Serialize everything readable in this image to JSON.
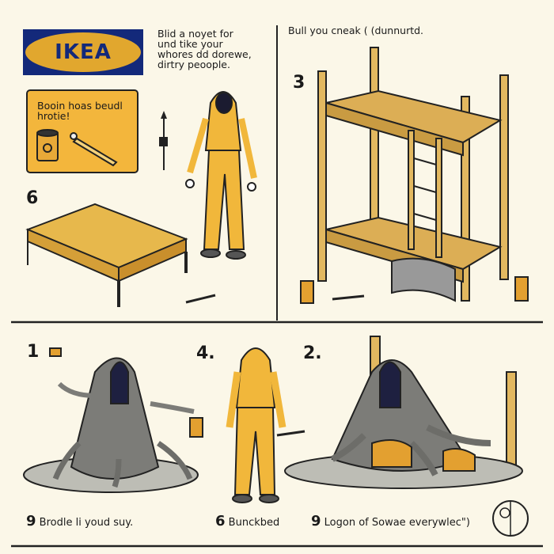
{
  "logo": {
    "brand": "IKEA",
    "colors": {
      "background": "#13297a",
      "oval": "#e1a72e"
    }
  },
  "intro_text": [
    "Blid a noyet for",
    "und tike your",
    "whores dd dorewe,",
    "dirtry peoople."
  ],
  "panel_top_right": {
    "caption": "Bull you cneak ( (dunnurtd.",
    "step": "3"
  },
  "tool_card": {
    "text": [
      "Booin hoas beudl",
      "hrotie!"
    ],
    "icons": [
      "can-icon",
      "screwdriver-icon"
    ]
  },
  "steps": {
    "bed_step": "6",
    "monster_step": "1",
    "hazmat_step": "4.",
    "bunk_monster_step": "2."
  },
  "bottom_captions": [
    {
      "num": "9",
      "text": "Brodle li youd suy."
    },
    {
      "num": "6",
      "text": "Bunckbed"
    },
    {
      "num": "9",
      "text": "Logon of Sowae everywlec\")"
    }
  ],
  "colors": {
    "background": "#fbf7e8",
    "yellow": "#f3b63c",
    "wood": "#e2b860",
    "sludge": "#7c7c78"
  }
}
